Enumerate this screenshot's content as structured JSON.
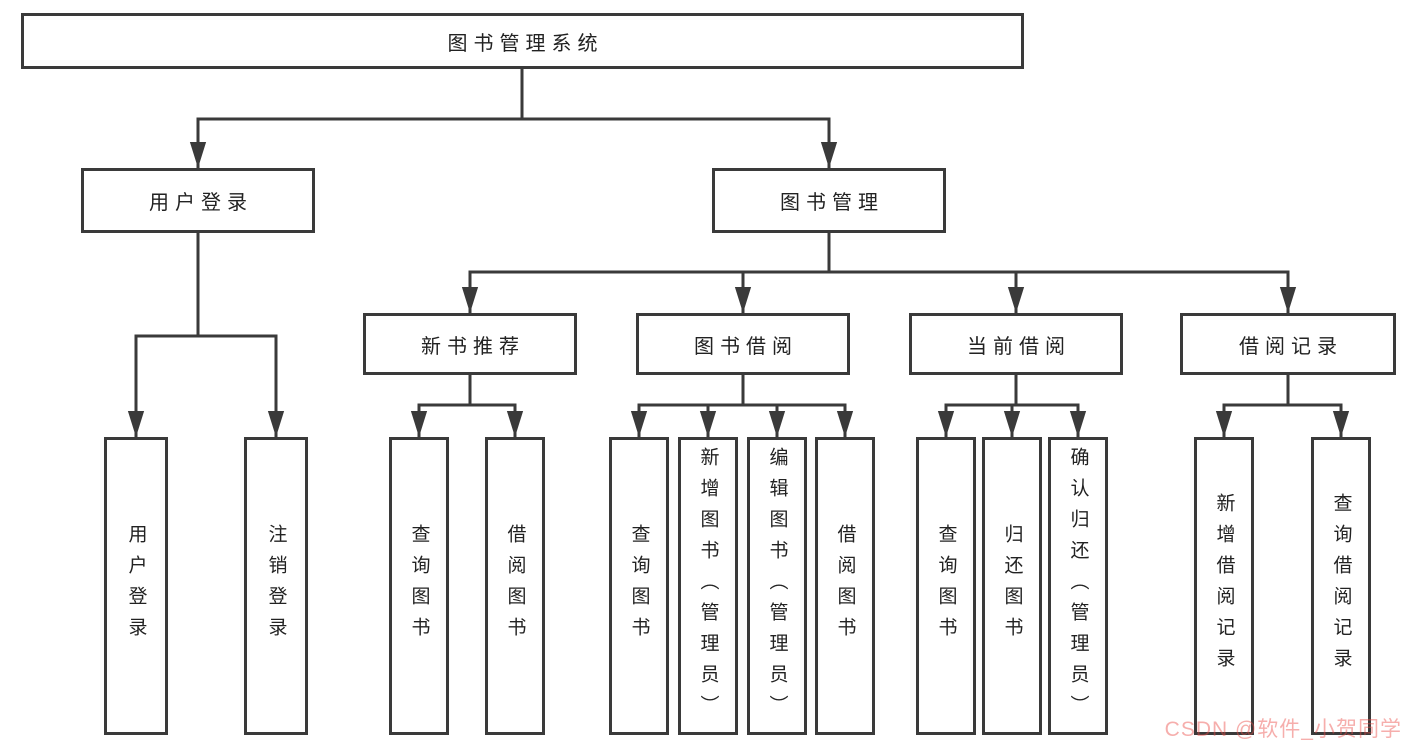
{
  "colors": {
    "line": "#3a3a3a",
    "box_border": "#3a3a3a",
    "text": "#222222",
    "background": "#ffffff",
    "watermark": "rgba(235,75,70,0.45)"
  },
  "watermark": {
    "text": "CSDN @软件_小贺同学"
  },
  "tree": {
    "root": "图书管理系统",
    "branches": [
      {
        "label": "用户登录",
        "children": [
          "用户登录",
          "注销登录"
        ]
      },
      {
        "label": "图书管理",
        "children": [
          {
            "label": "新书推荐",
            "children": [
              "查询图书",
              "借阅图书"
            ]
          },
          {
            "label": "图书借阅",
            "children": [
              "查询图书",
              "新增图书（管理员）",
              "编辑图书（管理员）",
              "借阅图书"
            ]
          },
          {
            "label": "当前借阅",
            "children": [
              "查询图书",
              "归还图书",
              "确认归还（管理员）"
            ]
          },
          {
            "label": "借阅记录",
            "children": [
              "新增借阅记录",
              "查询借阅记录"
            ]
          }
        ]
      }
    ]
  }
}
